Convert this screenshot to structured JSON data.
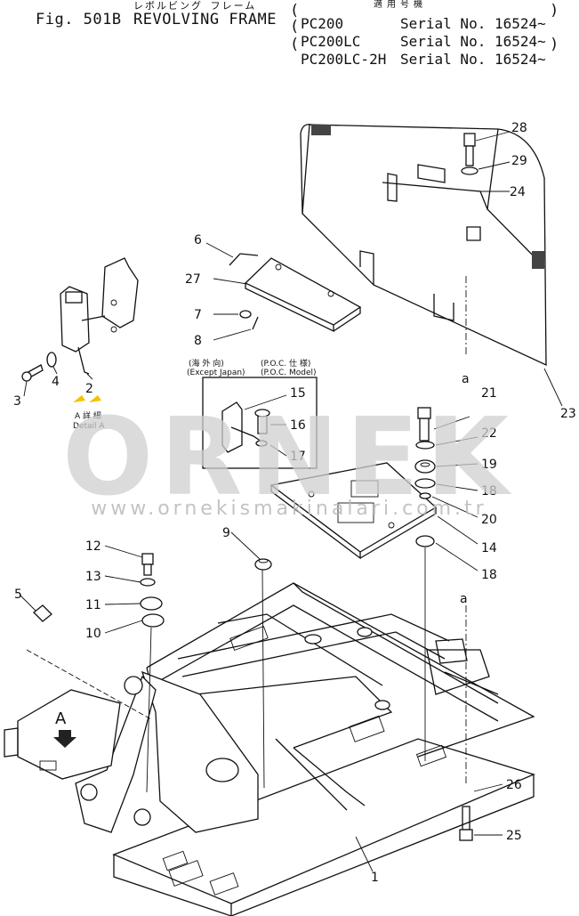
{
  "header": {
    "fig_number": "Fig. 501B",
    "title_jp": "レボルビング フレーム",
    "title_en": "REVOLVING FRAME",
    "models_jp": "適用号機",
    "models": [
      {
        "model": "PC200",
        "serial": "Serial No. 16524~"
      },
      {
        "model": "PC200LC",
        "serial": "Serial No. 16524~"
      },
      {
        "model": "PC200LC-2H",
        "serial": "Serial No. 16524~"
      }
    ]
  },
  "detail_a": {
    "label_jp": "A 詳 細",
    "label_en": "Detail A"
  },
  "poc_box": {
    "label_left": "(海 外 向)",
    "label_left_en": "(Except Japan)",
    "label_right": "(P.O.C. 仕 様)",
    "label_right_en": "(P.O.C. Model)"
  },
  "reference_letters": {
    "a_upper": "a",
    "a_lower": "a",
    "view_a": "A"
  },
  "part_numbers": [
    "1",
    "2",
    "3",
    "4",
    "5",
    "6",
    "7",
    "8",
    "9",
    "10",
    "11",
    "12",
    "13",
    "14",
    "15",
    "16",
    "17",
    "18",
    "18",
    "19",
    "20",
    "21",
    "22",
    "23",
    "24",
    "25",
    "26",
    "27",
    "28",
    "29"
  ],
  "watermark": {
    "brand": "ORNEK",
    "url": "www.ornekismakinalari.com.tr"
  }
}
